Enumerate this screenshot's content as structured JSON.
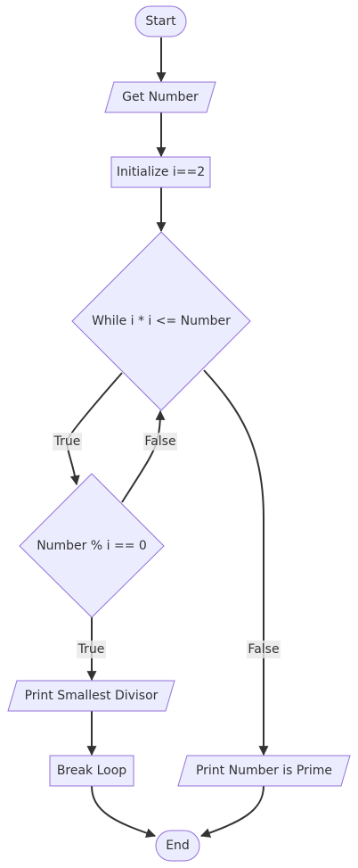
{
  "nodes": {
    "start": "Start",
    "get_number": "Get Number",
    "init": "Initialize i==2",
    "while": "While i * i <= Number",
    "check_divisor": "Number % i == 0",
    "print_divisor": "Print Smallest Divisor",
    "break_loop": "Break Loop",
    "print_prime": "Print Number is Prime",
    "end": "End"
  },
  "edges": {
    "while_true": "True",
    "check_false": "False",
    "check_true": "True",
    "while_false": "False"
  },
  "colors": {
    "node_fill": "#ececff",
    "node_stroke": "#9370db",
    "edge": "#333333",
    "label_bg": "#e8e8e8"
  }
}
